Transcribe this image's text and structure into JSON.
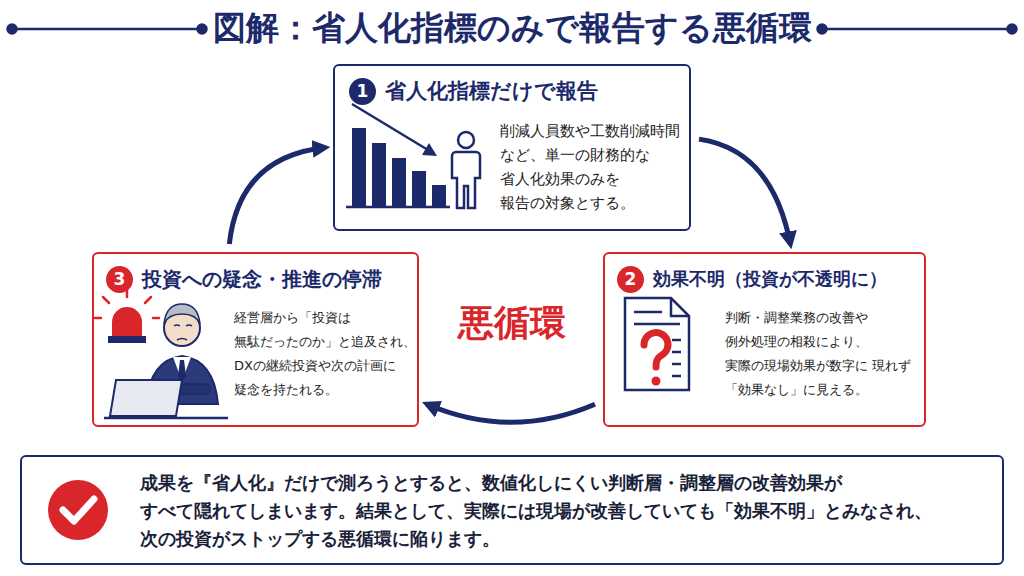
{
  "diagram": {
    "title": "図解：省人化指標のみで報告する悪循環",
    "nodes": [
      {
        "text": [
          "省人化指標だけで報告",
          "削減人員数や工数削減時間 など、単一の財務的な 省人化効果のみを 報告の対象とする。"
        ]
      },
      {
        "text": [
          "1"
        ],
        "in": 0
      },
      {
        "text": [
          "効果不明（投資が不透明に）",
          "判断・調整業務の改善や 例外処理の相殺により、 実際の現場効果が数字に 現れず「効果なし」に見える。"
        ]
      },
      {
        "text": [
          "2"
        ],
        "in": 2
      },
      {
        "text": [
          "投資への疑念・推進の停滞",
          "経営層から「投資は 無駄だったのか」と追及され、 DXの継続投資や次の計画に 疑念を持たれる。"
        ]
      },
      {
        "text": [
          "3"
        ],
        "in": 4
      },
      {
        "text": [
          "成果を『省人化』だけで測ろうとすると、数値化しにくい判断層・調整層の改善効果が すべて隠れてしまいます。結果として、実際には現場が改善していても「効果不明」とみなされ、 次の投資がストップする悪循環に陥ります。"
        ]
      }
    ],
    "edges": [
      {
        "from": 0,
        "to": 2,
        "arrow": "to"
      },
      {
        "from": 2,
        "to": 4,
        "arrow": "to"
      },
      {
        "from": 4,
        "to": 0,
        "arrow": "to"
      }
    ],
    "labels": [
      "悪循環"
    ]
  }
}
